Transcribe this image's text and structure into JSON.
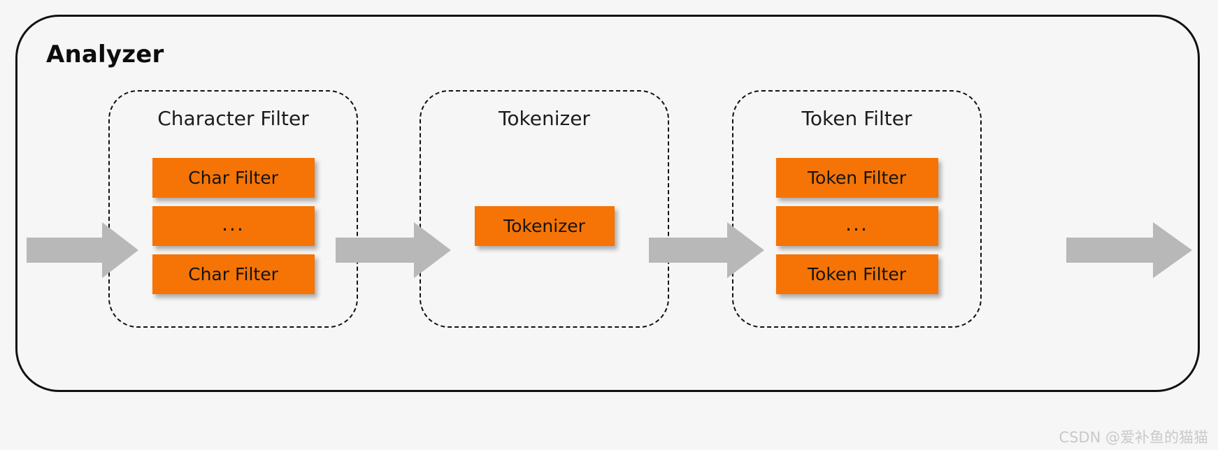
{
  "diagram": {
    "title": "Analyzer",
    "watermark": "CSDN @爱补鱼的猫猫",
    "colors": {
      "chip_orange": "#F57405",
      "arrow_gray": "#B8B8B8",
      "border_black": "#111111",
      "background": "#F6F6F6"
    },
    "stages": [
      {
        "id": "character-filter",
        "title": "Character Filter",
        "chips": [
          "Char Filter",
          "...",
          "Char Filter"
        ]
      },
      {
        "id": "tokenizer",
        "title": "Tokenizer",
        "chips": [
          "Tokenizer"
        ]
      },
      {
        "id": "token-filter",
        "title": "Token Filter",
        "chips": [
          "Token Filter",
          "...",
          "Token Filter"
        ]
      }
    ],
    "arrows": [
      {
        "id": "input-arrow",
        "label": ""
      },
      {
        "id": "char-to-tokenizer-arrow",
        "label": ""
      },
      {
        "id": "tokenizer-to-tokenfilter-arrow",
        "label": ""
      },
      {
        "id": "output-arrow",
        "label": ""
      }
    ]
  }
}
